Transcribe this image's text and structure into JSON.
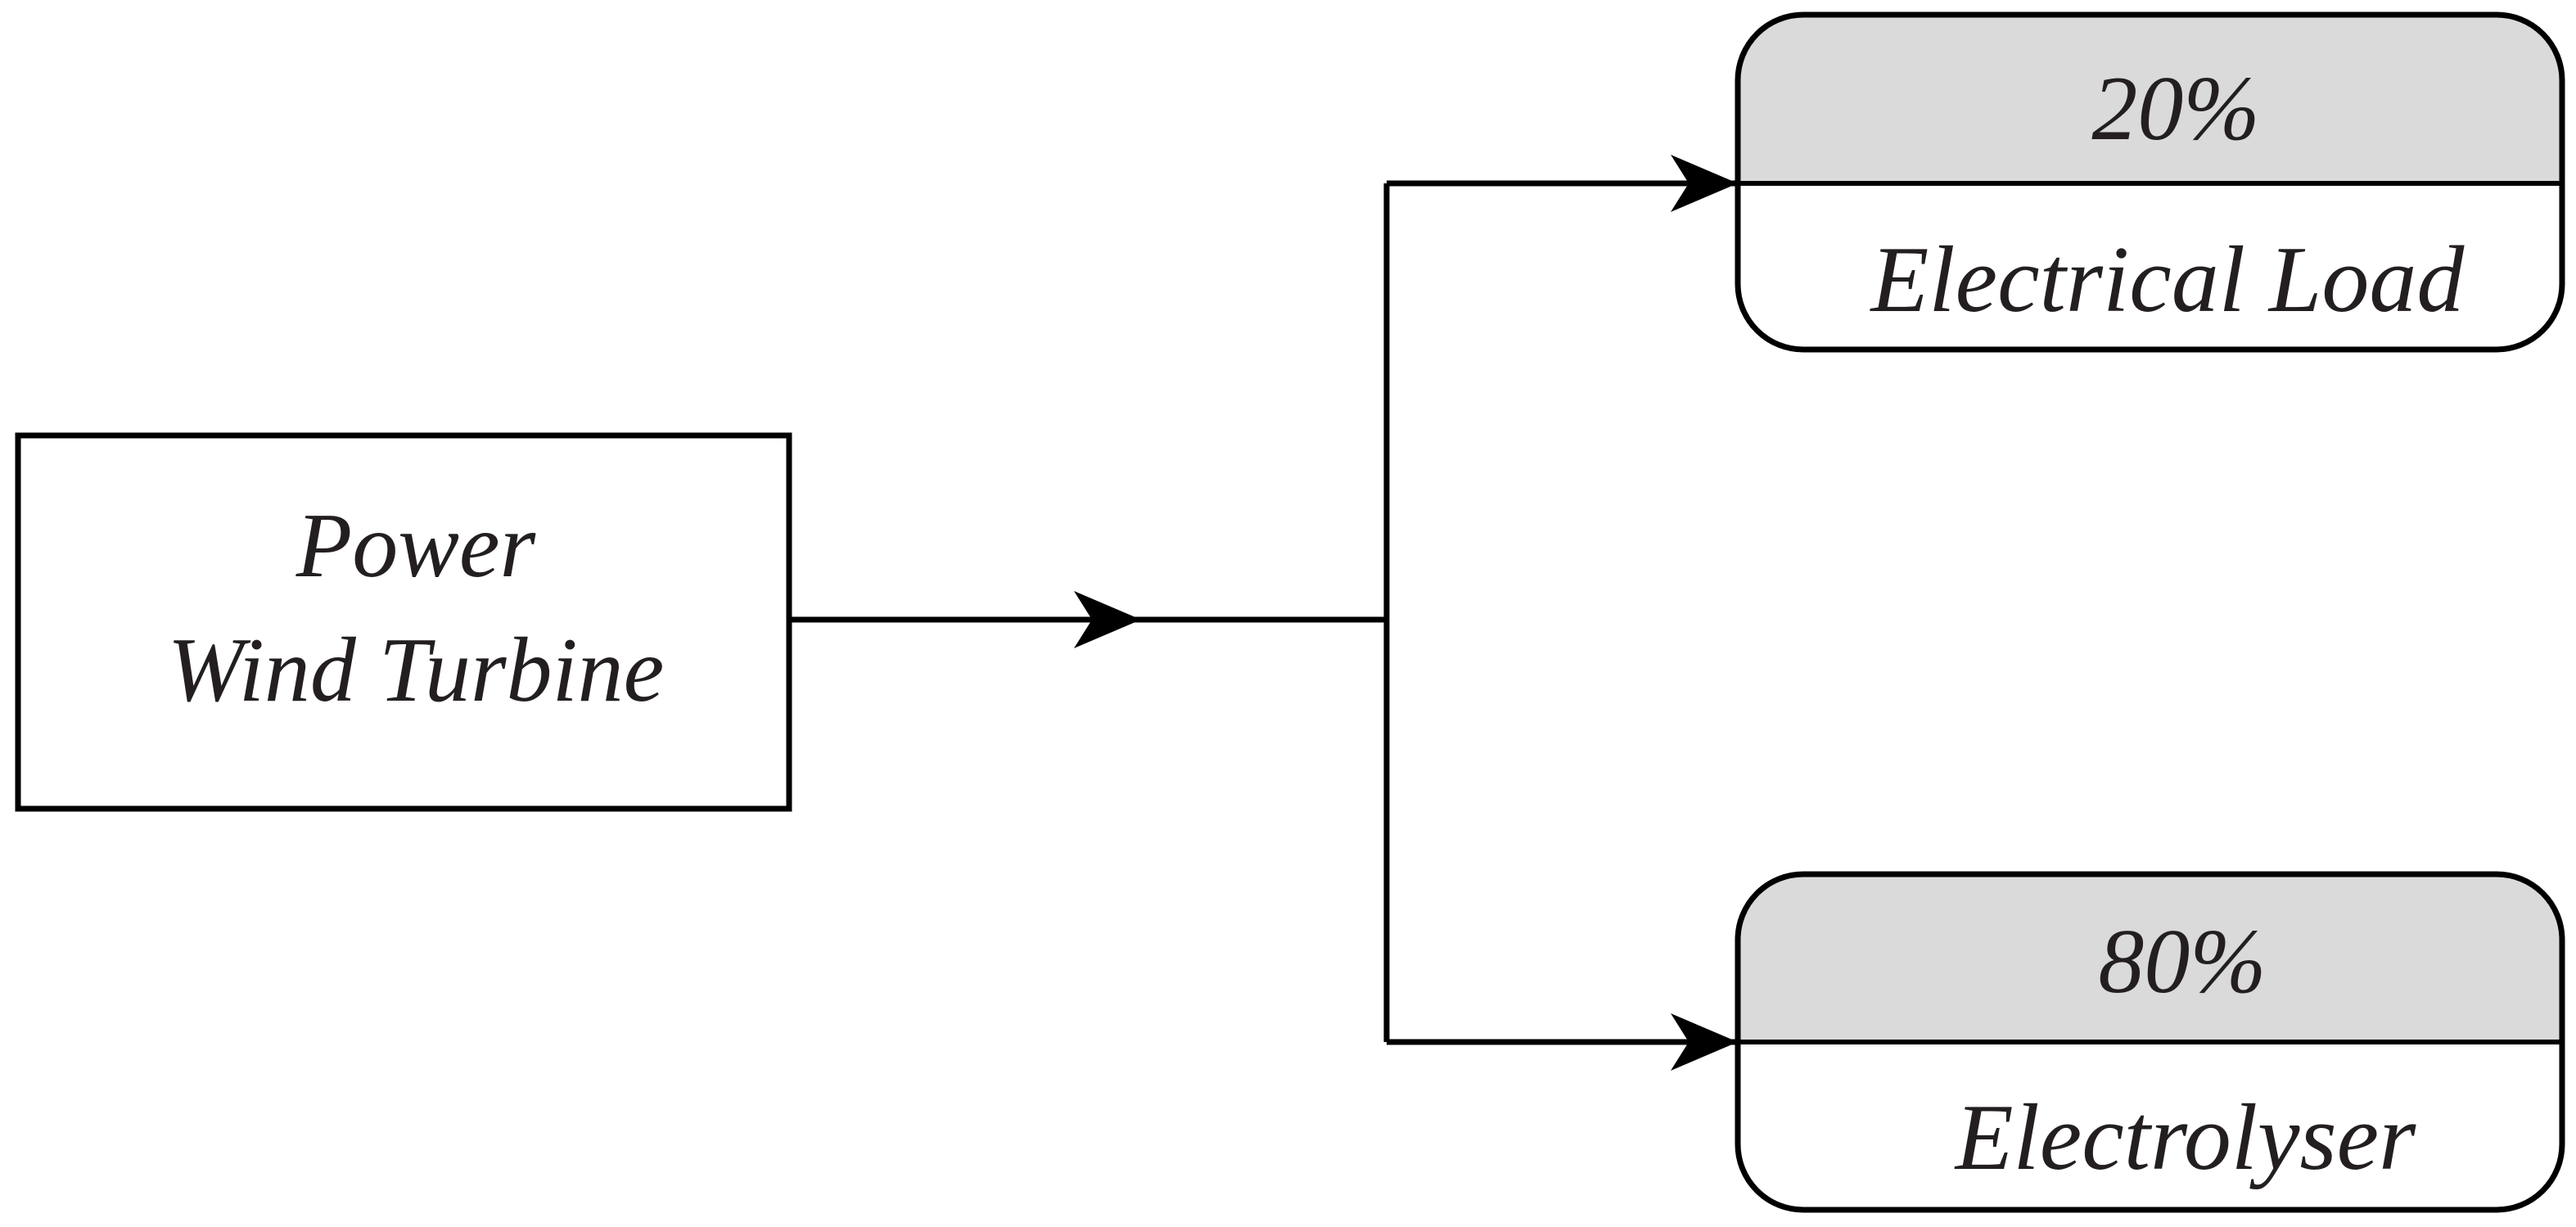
{
  "source": {
    "line1": "Power",
    "line2": "Wind Turbine"
  },
  "targets": [
    {
      "share": "20%",
      "label": "Electrical Load"
    },
    {
      "share": "80%",
      "label": "Electrolyser"
    }
  ],
  "colors": {
    "stroke": "#000000",
    "text": "#231f20",
    "header_fill": "#d9dad9",
    "background": "#ffffff"
  }
}
